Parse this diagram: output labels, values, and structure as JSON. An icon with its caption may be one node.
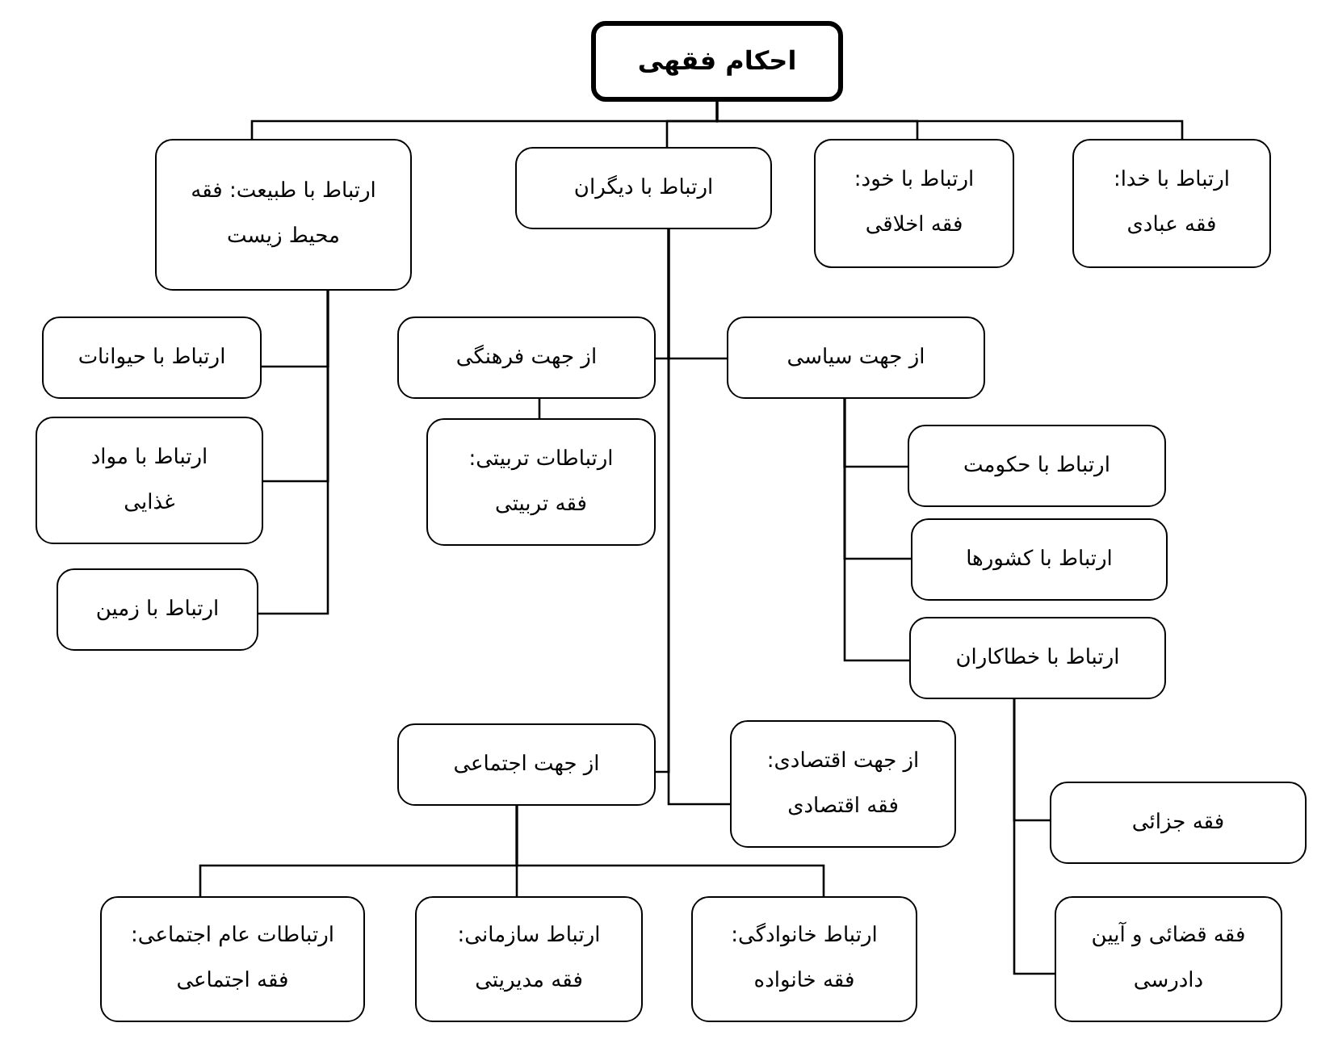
{
  "diagram": {
    "nodes": [
      {
        "text": [
          "احکام فقهی"
        ]
      },
      {
        "text": [
          "ارتباط با خدا: فقه عبادی"
        ]
      },
      {
        "text": [
          "ارتباط با خود: فقه اخلاقی"
        ]
      },
      {
        "text": [
          "ارتباط با دیگران"
        ]
      },
      {
        "text": [
          "ارتباط با طبیعت: فقه محیط زیست"
        ]
      },
      {
        "text": [
          "ارتباط با حیوانات"
        ]
      },
      {
        "text": [
          "ارتباط با مواد غذایی"
        ]
      },
      {
        "text": [
          "ارتباط با زمین"
        ]
      },
      {
        "text": [
          "از جهت سیاسی"
        ]
      },
      {
        "text": [
          "از جهت فرهنگی"
        ]
      },
      {
        "text": [
          "ارتباطات تربیتی: فقه تربیتی"
        ]
      },
      {
        "text": [
          "ارتباط با حکومت"
        ]
      },
      {
        "text": [
          "ارتباط با کشورها"
        ]
      },
      {
        "text": [
          "ارتباط با خطاکاران"
        ]
      },
      {
        "text": [
          "فقه جزائی"
        ]
      },
      {
        "text": [
          "فقه قضائی و آیین دادرسی"
        ]
      },
      {
        "text": [
          "از جهت اقتصادی: فقه اقتصادی"
        ]
      },
      {
        "text": [
          "از جهت اجتماعی"
        ]
      },
      {
        "text": [
          "ارتباط خانوادگی: فقه خانواده"
        ]
      },
      {
        "text": [
          "ارتباط سازمانی: فقه مدیریتی"
        ]
      },
      {
        "text": [
          "ارتباطات عام اجتماعی: فقه اجتماعی"
        ]
      }
    ],
    "edges": [
      {
        "from": 0,
        "to": 1,
        "arrow": "none"
      },
      {
        "from": 0,
        "to": 2,
        "arrow": "none"
      },
      {
        "from": 0,
        "to": 3,
        "arrow": "none"
      },
      {
        "from": 0,
        "to": 4,
        "arrow": "none"
      },
      {
        "from": 4,
        "to": 5,
        "arrow": "none"
      },
      {
        "from": 4,
        "to": 6,
        "arrow": "none"
      },
      {
        "from": 4,
        "to": 7,
        "arrow": "none"
      },
      {
        "from": 3,
        "to": 8,
        "arrow": "none"
      },
      {
        "from": 3,
        "to": 9,
        "arrow": "none"
      },
      {
        "from": 9,
        "to": 10,
        "arrow": "none"
      },
      {
        "from": 8,
        "to": 11,
        "arrow": "none"
      },
      {
        "from": 8,
        "to": 12,
        "arrow": "none"
      },
      {
        "from": 8,
        "to": 13,
        "arrow": "none"
      },
      {
        "from": 13,
        "to": 14,
        "arrow": "none"
      },
      {
        "from": 13,
        "to": 15,
        "arrow": "none"
      },
      {
        "from": 3,
        "to": 16,
        "arrow": "none"
      },
      {
        "from": 3,
        "to": 17,
        "arrow": "none"
      },
      {
        "from": 17,
        "to": 18,
        "arrow": "none"
      },
      {
        "from": 17,
        "to": 19,
        "arrow": "none"
      },
      {
        "from": 17,
        "to": 20,
        "arrow": "none"
      }
    ]
  }
}
